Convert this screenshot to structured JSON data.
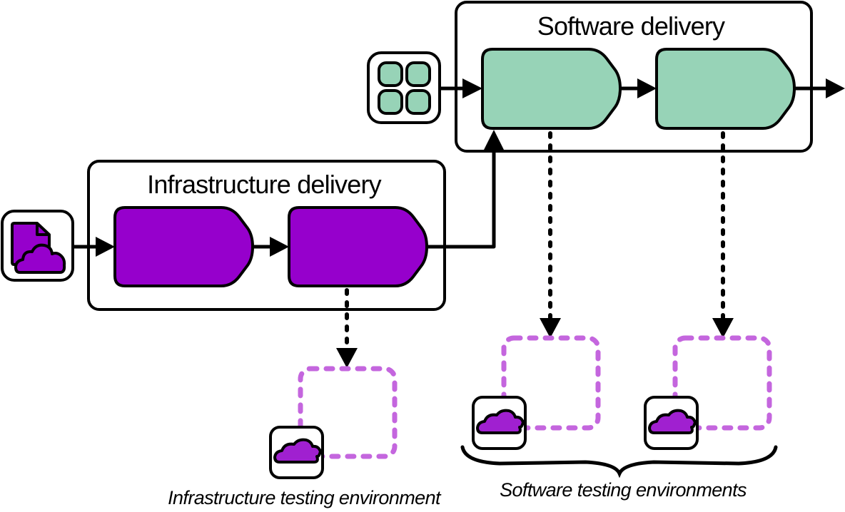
{
  "colors": {
    "infrastructure_stage": "#9600cc",
    "software_stage": "#97d3b7",
    "environment_outline": "#c466de",
    "cloud": "#a020d0",
    "stroke": "#000000"
  },
  "software_delivery": {
    "title": "Software delivery",
    "input_icon": "application-grid-icon",
    "stages": [
      {
        "name": "software-stage-1"
      },
      {
        "name": "software-stage-2"
      }
    ]
  },
  "infrastructure_delivery": {
    "title": "Infrastructure delivery",
    "input_icon": "infrastructure-code-cloud-icon",
    "stages": [
      {
        "name": "infrastructure-stage-1"
      },
      {
        "name": "infrastructure-stage-2"
      }
    ]
  },
  "environments": {
    "infrastructure_caption": "Infrastructure testing environment",
    "software_caption": "Software testing environments"
  }
}
